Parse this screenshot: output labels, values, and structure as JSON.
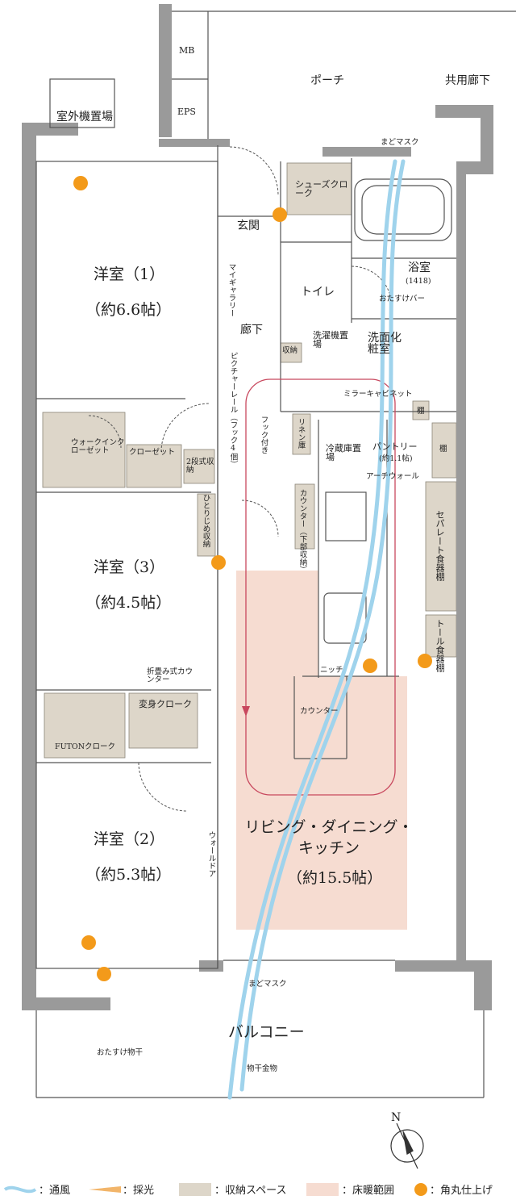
{
  "rooms": {
    "porch": "ポーチ",
    "common_corridor": "共用廊下",
    "mb": "MB",
    "eps": "EPS",
    "outdoor_unit": "室外機置場",
    "mado_mask_top": "まどマスク",
    "shoes_cloak": "シューズクローク",
    "genkan": "玄関",
    "toilet": "トイレ",
    "bath": "浴室",
    "bath_size": "(1418)",
    "otasuke_bar": "おたすけバー",
    "my_gallery": "マイギャラリー",
    "rouka": "廊下",
    "shuno": "収納",
    "washer": "洗濯機置場",
    "senmen": "洗面化粧室",
    "mirror_cabinet": "ミラーキャビネット",
    "tana": "棚",
    "picture_rail": "ピクチャーレール（フック4個）",
    "hook": "フック付き",
    "linen": "リネン庫",
    "fridge": "冷蔵庫置場",
    "pantry": "パントリー",
    "pantry_size": "(約1.1帖)",
    "arch_wall": "アーチウォール",
    "separate_shelf": "セパレート食器棚",
    "tall_shelf": "トール食器棚",
    "niche": "ニッチ",
    "counter_kitchen": "カウンター",
    "counter_lower": "カウンター（下部収納）",
    "two_step": "2段式収納",
    "hitorijime": "ひとりじめ収納",
    "room1": "洋室（1）",
    "room1_size": "（約6.6帖）",
    "walkin": "ウォークインクローゼット",
    "closet": "クローゼット",
    "room3": "洋室（3）",
    "room3_size": "（約4.5帖）",
    "folding_counter": "折畳み式カウンター",
    "henshin": "変身クローク",
    "futon": "FUTONクローク",
    "room2": "洋室（2）",
    "room2_size": "（約5.3帖）",
    "wall_door": "ウォールドア",
    "ldk": "リビング・ダイニング・キッチン",
    "ldk_size": "（約15.5帖）",
    "mado_mask_bottom": "まどマスク",
    "balcony": "バルコニー",
    "otasuke_monohoshi": "おたすけ物干",
    "monohoshi": "物干金物",
    "north": "N"
  },
  "legend": [
    {
      "label": "：通風",
      "color": "#9fd3ec"
    },
    {
      "label": "：採光",
      "color": "#f2b56a"
    },
    {
      "label": "：収納スペース",
      "color": "#ddd6c9"
    },
    {
      "label": "：床暖範囲",
      "color": "#f6dcd1"
    },
    {
      "label": "：角丸仕上げ",
      "color": "#f39a1a"
    }
  ],
  "colors": {
    "wall": "#9a9a9a",
    "storage": "#ddd6c9",
    "floor_heating": "#f6dcd1",
    "ventilation": "#9fd3ec",
    "daylight": "#f2b56a",
    "rounded_corner": "#f39a1a",
    "circulation": "#c8485e"
  }
}
